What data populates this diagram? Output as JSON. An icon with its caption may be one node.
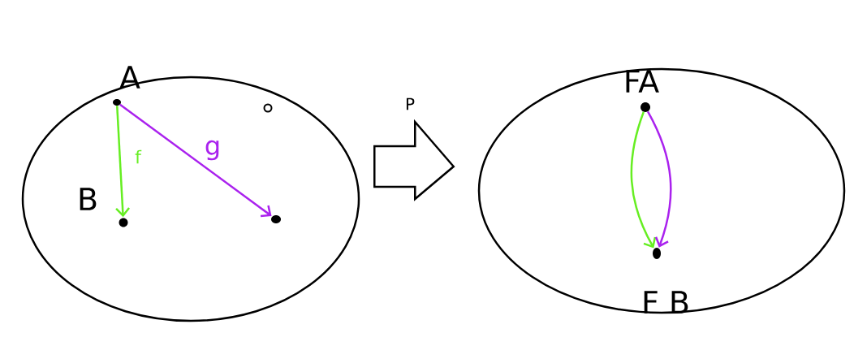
{
  "diagram": {
    "nodes": [
      {
        "text": [],
        "shape": "circle"
      },
      {
        "text": [],
        "shape": "circle",
        "in": 0,
        "beside": [
          "A"
        ]
      },
      {
        "text": [],
        "shape": "circle",
        "in": 0
      },
      {
        "text": [],
        "shape": "circle",
        "in": 0,
        "beside": [
          "B"
        ]
      },
      {
        "text": [],
        "shape": "circle",
        "in": 0
      },
      {
        "text": [],
        "shape": "circle"
      },
      {
        "text": [],
        "shape": "circle",
        "in": 5,
        "beside": [
          "FA"
        ]
      },
      {
        "text": [],
        "shape": "circle",
        "in": 5,
        "beside": [
          "F B"
        ]
      }
    ],
    "edges": [
      {
        "from": 1,
        "to": 3,
        "arrow": "to",
        "label": "f",
        "color": "#66ee22"
      },
      {
        "from": 1,
        "to": 4,
        "arrow": "to",
        "label": "g",
        "color": "#aa22ee"
      },
      {
        "from": 0,
        "to": 5,
        "arrow": "to",
        "label": "P"
      },
      {
        "from": 6,
        "to": 7,
        "arrow": "to",
        "color": "#66ee22"
      },
      {
        "from": 6,
        "to": 7,
        "arrow": "to",
        "color": "#aa22ee"
      }
    ]
  }
}
